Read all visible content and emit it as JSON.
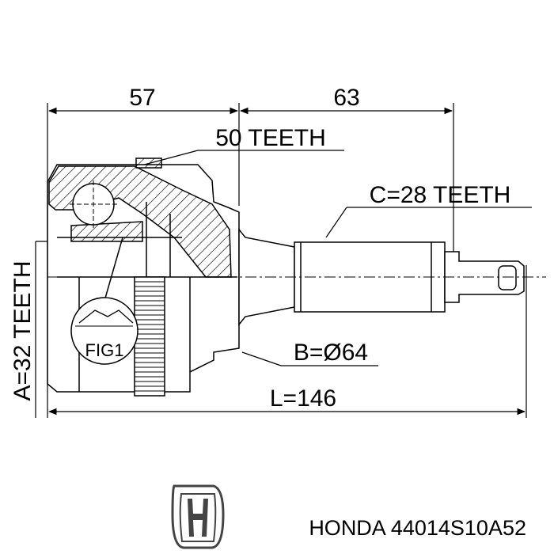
{
  "dimensions": {
    "top_left": "57",
    "top_right": "63",
    "outer_teeth": "50 TEETH",
    "spline_teeth": "C=28 TEETH",
    "seal_diameter": "B=Ø64",
    "length": "L=146",
    "inner_teeth": "A=32 TEETH"
  },
  "callout": {
    "label": "FIG1"
  },
  "footer": {
    "part_label": "HONDA 44014S10A52",
    "logo": "honda-logo"
  }
}
